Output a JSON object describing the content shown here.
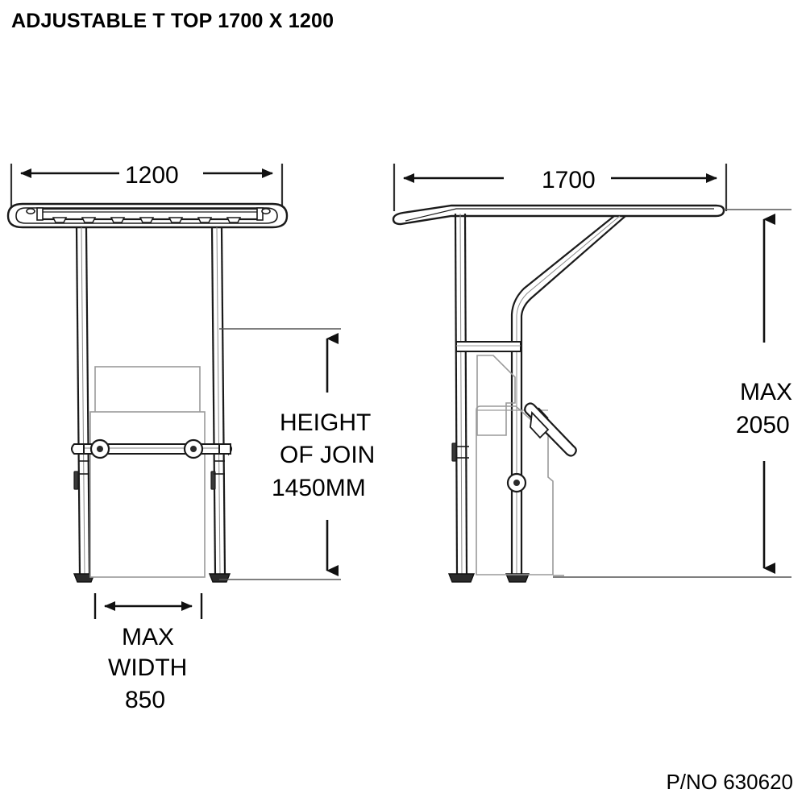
{
  "sheet": {
    "title": "ADJUSTABLE T TOP 1700 X 1200",
    "part_number": "P/NO 630620",
    "background_color": "#ffffff",
    "line_color": "#1a1a1a",
    "light_line_color": "#9a9a9a"
  },
  "views": {
    "front": {
      "name": "front-elevation",
      "top_dimension": "1200",
      "bottom_dimension_lines": [
        "MAX",
        "WIDTH",
        "850"
      ]
    },
    "side": {
      "name": "side-elevation",
      "top_dimension": "1700",
      "right_dimension_lines": [
        "MAX",
        "2050"
      ]
    }
  },
  "annotations": {
    "height_of_join": {
      "line1": "HEIGHT",
      "line2": "OF JOIN",
      "line3": "1450MM"
    },
    "max_width": {
      "line1": "MAX",
      "line2": "WIDTH",
      "line3": "850"
    },
    "max_height": {
      "line1": "MAX",
      "line2": "2050"
    },
    "width_1200": "1200",
    "width_1700": "1700"
  }
}
